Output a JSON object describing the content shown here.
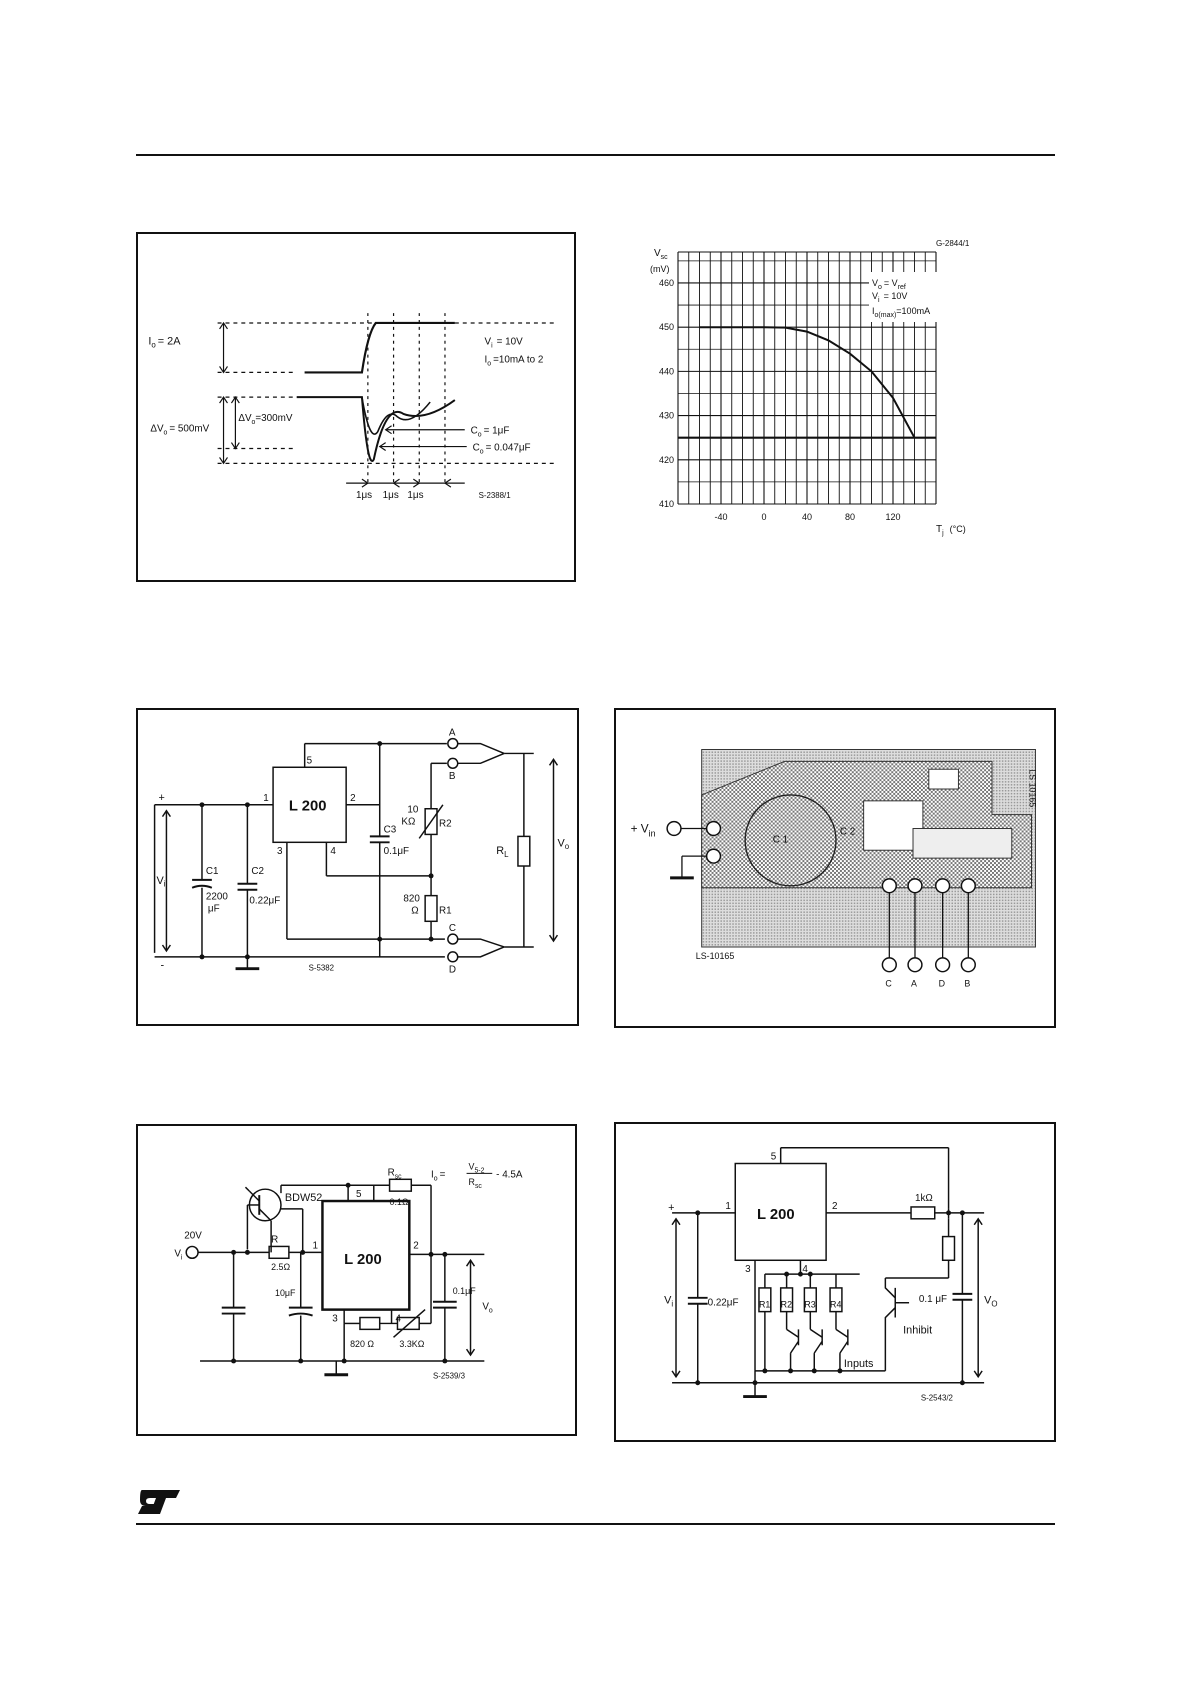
{
  "fig1": {
    "io_label": "I",
    "io_sub": "o",
    "io_val": "= 2A",
    "dvo_left": "ΔV",
    "dvo_left_sub": "o",
    "dvo_left_val": "= 500mV",
    "dvo_inner": "ΔV",
    "dvo_inner_sub": "o",
    "dvo_inner_val": "=300mV",
    "vi_line": "V",
    "vi_sub": "i",
    "vi_val": "= 10V",
    "io_range": "I",
    "io_range_sub": "o",
    "io_range_val": "=10mA to 2",
    "co1": "C",
    "co1_sub": "o",
    "co1_val": "= 1μF",
    "co2": "C",
    "co2_sub": "o",
    "co2_val": "= 0.047μF",
    "t1": "1μs",
    "t2": "1μs",
    "t3": "1μs",
    "code": "S-2388/1"
  },
  "fig2": {
    "code": "G-2844/1",
    "ylabel_main": "V",
    "ylabel_sub": "sc",
    "ylabel_unit": "(mV)",
    "xlabel": "T",
    "xlabel_sub": "j",
    "xlabel_unit": "(°C)",
    "cond1": "V",
    "cond1_sub": "o",
    "cond1_val": "= V",
    "cond1_sub2": "ref",
    "cond2": "V",
    "cond2_sub": "i",
    "cond2_val": "= 10V",
    "cond3": "I",
    "cond3_sub": "o(max)",
    "cond3_val": "=100mA"
  },
  "chart_data": {
    "type": "line",
    "x_ticks": [
      -40,
      0,
      40,
      80,
      120
    ],
    "y_ticks": [
      410,
      420,
      430,
      440,
      450,
      460
    ],
    "xlim": [
      -80,
      160
    ],
    "ylim": [
      410,
      467
    ],
    "grid": true,
    "series": [
      {
        "x": [
          -60,
          -40,
          -20,
          0,
          20,
          40,
          60,
          80,
          100,
          120,
          140
        ],
        "y": [
          450,
          450,
          450,
          450,
          449.9,
          449,
          447,
          444,
          440,
          434,
          425
        ]
      }
    ],
    "reference_line_y": 425
  },
  "fig3": {
    "ic": "L 200",
    "pin1": "1",
    "pin2": "2",
    "pin3": "3",
    "pin4": "4",
    "pin5": "5",
    "c1": "C1",
    "c1_val1": "2200",
    "c1_val2": "μF",
    "c2": "C2",
    "c2_val": "0.22μF",
    "c3": "C3",
    "c3_val": "0.1μF",
    "r2_val1": "10",
    "r2_val2": "KΩ",
    "r2": "R2",
    "r1_val1": "820",
    "r1_val2": "Ω",
    "r1": "R1",
    "rl": "R",
    "rl_sub": "L",
    "vo": "V",
    "vo_sub": "o",
    "vi": "V",
    "vi_sub": "i",
    "plus": "+",
    "minus": "-",
    "a": "A",
    "b": "B",
    "c": "C",
    "d": "D",
    "code": "S-5382"
  },
  "fig4": {
    "vin": "+ V",
    "vin_sub": "in",
    "c1": "C 1",
    "c2": "C 2",
    "code": "LS-10165",
    "side": "LS 10165",
    "pins": [
      "C",
      "A",
      "D",
      "B"
    ]
  },
  "fig5": {
    "transistor": "BDW52",
    "rsc": "R",
    "rsc_sub": "sc",
    "rsc_val": "0.1Ω",
    "formula_lhs": "I",
    "formula_lhs_sub": "o",
    "formula_num": "V",
    "formula_num_sub": "5-2",
    "formula_den": "R",
    "formula_den_sub": "sc",
    "formula_rhs": "- 4.5A",
    "vin_val": "20V",
    "vi": "V",
    "vi_sub": "i",
    "r": "R",
    "r_val": "2.5Ω",
    "cap": "10μF",
    "ic": "L 200",
    "pin1": "1",
    "pin2": "2",
    "pin3": "3",
    "pin4": "4",
    "pin5": "5",
    "r820": "820 Ω",
    "rvar": "3.3KΩ",
    "cout": "0.1μF",
    "vo": "V",
    "vo_sub": "o",
    "code": "S-2539/3"
  },
  "fig6": {
    "ic": "L 200",
    "pin1": "1",
    "pin2": "2",
    "pin3": "3",
    "pin4": "4",
    "pin5": "5",
    "r1k": "1kΩ",
    "cin": "0.22μF",
    "cout": "0.1 μF",
    "vi": "V",
    "vi_sub": "i",
    "vo": "V",
    "vo_sub": "O",
    "plus": "+",
    "r1": "R1",
    "r2": "R2",
    "r3": "R3",
    "r4": "R4",
    "inhibit": "Inhibit",
    "inputs": "Inputs",
    "code": "S-2543/2"
  }
}
